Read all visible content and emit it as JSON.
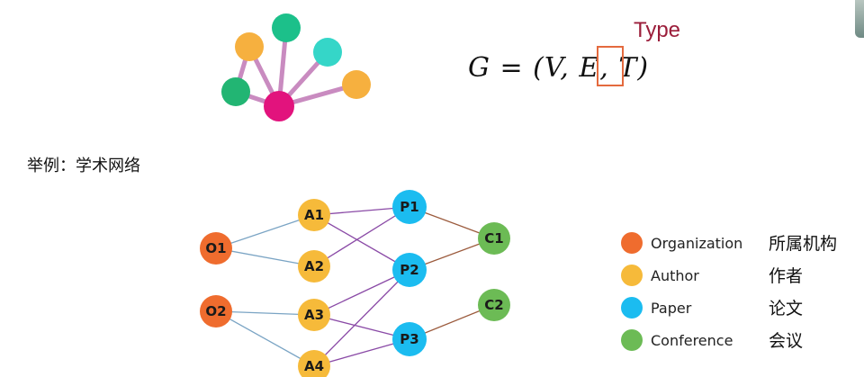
{
  "formula": "G = (V, E, T)",
  "type_label": "Type",
  "example_label": "举例：学术网络",
  "graph": {
    "nodes": [
      {
        "id": "O1",
        "label": "O1",
        "category": "Organization"
      },
      {
        "id": "O2",
        "label": "O2",
        "category": "Organization"
      },
      {
        "id": "A1",
        "label": "A1",
        "category": "Author"
      },
      {
        "id": "A2",
        "label": "A2",
        "category": "Author"
      },
      {
        "id": "A3",
        "label": "A3",
        "category": "Author"
      },
      {
        "id": "A4",
        "label": "A4",
        "category": "Author"
      },
      {
        "id": "P1",
        "label": "P1",
        "category": "Paper"
      },
      {
        "id": "P2",
        "label": "P2",
        "category": "Paper"
      },
      {
        "id": "P3",
        "label": "P3",
        "category": "Paper"
      },
      {
        "id": "C1",
        "label": "C1",
        "category": "Conference"
      },
      {
        "id": "C2",
        "label": "C2",
        "category": "Conference"
      }
    ],
    "edges": [
      [
        "O1",
        "A1"
      ],
      [
        "O1",
        "A2"
      ],
      [
        "O2",
        "A3"
      ],
      [
        "O2",
        "A4"
      ],
      [
        "A1",
        "P1"
      ],
      [
        "A1",
        "P2"
      ],
      [
        "A2",
        "P1"
      ],
      [
        "A3",
        "P2"
      ],
      [
        "A3",
        "P3"
      ],
      [
        "A4",
        "P2"
      ],
      [
        "A4",
        "P3"
      ],
      [
        "P1",
        "C1"
      ],
      [
        "P2",
        "C1"
      ],
      [
        "P3",
        "C2"
      ]
    ]
  },
  "legend": [
    {
      "category": "Organization",
      "label": "Organization",
      "label_zh": "所属机构",
      "color": "#ef6c2e"
    },
    {
      "category": "Author",
      "label": "Author",
      "label_zh": "作者",
      "color": "#f6ba3a"
    },
    {
      "category": "Paper",
      "label": "Paper",
      "label_zh": "论文",
      "color": "#1bbcf0"
    },
    {
      "category": "Conference",
      "label": "Conference",
      "label_zh": "会议",
      "color": "#6cbb55"
    }
  ],
  "edge_colors": {
    "Organization-Author": "#7aa4c4",
    "Author-Paper": "#8a4aa6",
    "Paper-Conference": "#9b5a3c"
  },
  "icon": {
    "name": "heterogeneous-graph-icon",
    "center_color": "#e2137d",
    "leaf_colors": [
      "#22b573",
      "#f6b03f",
      "#1cc08a",
      "#35d6c8",
      "#f6b03f"
    ],
    "edge_color": "#c98bc0"
  }
}
